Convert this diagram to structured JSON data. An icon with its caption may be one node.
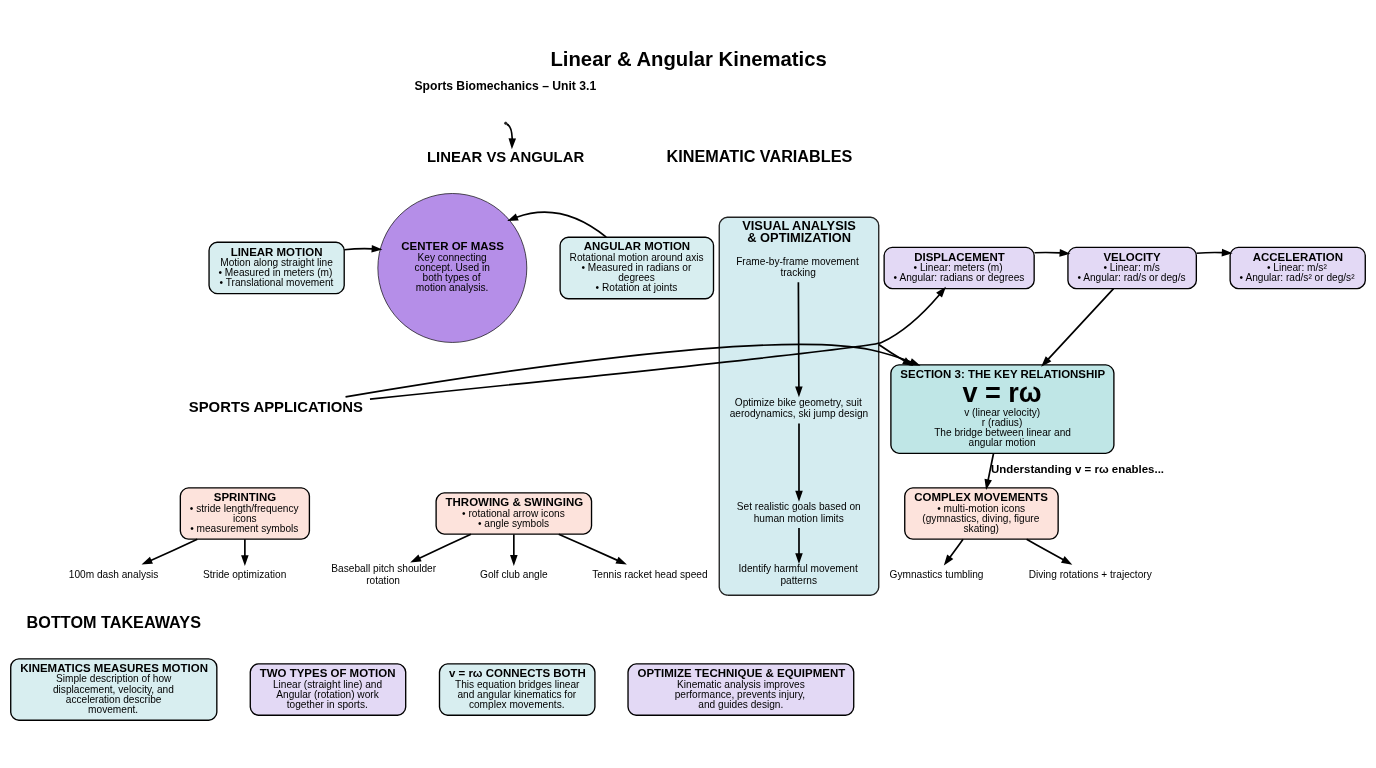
{
  "diagram": {
    "title": "Linear & Angular Kinematics",
    "nodes": [
      {
        "text": [
          "LINEAR VS ANGULAR"
        ]
      },
      {
        "text": [
          "LINEAR MOTION",
          "Motion along straight line",
          "• Measured in meters (m)",
          "• Translational movement"
        ]
      },
      {
        "text": [
          "CENTER OF MASS",
          "Key connecting concept. Used in both types of motion analysis."
        ]
      },
      {
        "text": [
          "ANGULAR MOTION",
          "Rotational motion around axis",
          "• Measured in radians or degrees",
          "• Rotation at joints"
        ]
      },
      {
        "text": [
          "SPORTS APPLICATIONS"
        ]
      },
      {
        "text": [
          "SPRINTING",
          "• stride length/frequency icons",
          "• measurement symbols"
        ]
      },
      {
        "text": [
          "100m dash analysis"
        ]
      },
      {
        "text": [
          "Stride optimization"
        ]
      },
      {
        "text": [
          "THROWING & SWINGING",
          "• rotational arrow icons",
          "• angle symbols"
        ]
      },
      {
        "text": [
          "Baseball pitch shoulder rotation"
        ]
      },
      {
        "text": [
          "Golf club angle"
        ]
      },
      {
        "text": [
          "Tennis racket head speed"
        ]
      },
      {
        "text": [
          "COMPLEX MOVEMENTS",
          "• multi-motion icons (gymnastics, diving, figure skating)"
        ]
      },
      {
        "text": [
          "Gymnastics tumbling"
        ]
      },
      {
        "text": [
          "Diving rotations + trajectory"
        ]
      },
      {
        "text": [
          "DISPLACEMENT",
          "• Linear: meters (m)",
          "• Angular: radians or degrees"
        ]
      },
      {
        "text": [
          "VELOCITY",
          "• Linear: m/s",
          "• Angular: rad/s or deg/s"
        ]
      },
      {
        "text": [
          "ACCELERATION",
          "• Linear: m/s²",
          "• Angular: rad/s² or deg/s²"
        ]
      },
      {
        "text": [
          "SECTION 3: THE KEY RELATIONSHIP",
          "v = rω",
          "v (linear velocity)",
          "r (radius)",
          "The bridge between linear and angular motion"
        ]
      },
      {
        "text": [
          "VISUAL ANALYSIS & OPTIMIZATION"
        ]
      },
      {
        "text": [
          "Frame-by-frame movement tracking"
        ],
        "in": 19
      },
      {
        "text": [
          "Optimize bike geometry, suit aerodynamics, ski jump design"
        ],
        "in": 19
      },
      {
        "text": [
          "Set realistic goals based on human motion limits"
        ],
        "in": 19
      },
      {
        "text": [
          "Identify harmful movement patterns"
        ],
        "in": 19
      },
      {
        "text": [
          "KINEMATICS MEASURES MOTION",
          "Simple description of how displacement, velocity, and acceleration describe movement."
        ]
      },
      {
        "text": [
          "TWO TYPES OF MOTION",
          "Linear (straight line) and Angular (rotation) work together in sports."
        ]
      },
      {
        "text": [
          "v = rω CONNECTS BOTH",
          "This equation bridges linear and angular kinematics for complex movements."
        ]
      },
      {
        "text": [
          "OPTIMIZE TECHNIQUE & EQUIPMENT",
          "Kinematic analysis improves performance, prevents injury, and guides design."
        ]
      }
    ],
    "edges": [
      {
        "from": null,
        "to": 0,
        "arrow": "to"
      },
      {
        "from": 1,
        "to": 2,
        "arrow": "to"
      },
      {
        "from": 3,
        "to": 2,
        "arrow": "to"
      },
      {
        "from": 5,
        "to": 6,
        "arrow": "to"
      },
      {
        "from": 5,
        "to": 7,
        "arrow": "to"
      },
      {
        "from": 8,
        "to": 9,
        "arrow": "to"
      },
      {
        "from": 8,
        "to": 10,
        "arrow": "to"
      },
      {
        "from": 8,
        "to": 11,
        "arrow": "to"
      },
      {
        "from": 12,
        "to": 13,
        "arrow": "to"
      },
      {
        "from": 12,
        "to": 14,
        "arrow": "to"
      },
      {
        "from": 4,
        "to": 15,
        "arrow": "to"
      },
      {
        "from": 4,
        "to": 18,
        "arrow": "to"
      },
      {
        "from": 15,
        "to": 16,
        "arrow": "to"
      },
      {
        "from": 16,
        "to": 18,
        "arrow": "to"
      },
      {
        "from": 16,
        "to": 17,
        "arrow": "to"
      },
      {
        "from": 18,
        "to": 12,
        "arrow": "to",
        "label": "Understanding v = rω enables..."
      },
      {
        "from": 19,
        "to": 18,
        "arrow": "to"
      },
      {
        "from": 20,
        "to": 21,
        "arrow": "to"
      },
      {
        "from": 21,
        "to": 22,
        "arrow": "to"
      },
      {
        "from": 22,
        "to": 23,
        "arrow": "to"
      }
    ],
    "labels": [
      "Sports Biomechanics – Unit 3.1",
      "KINEMATIC VARIABLES",
      "BOTTOM TAKEAWAYS"
    ]
  }
}
